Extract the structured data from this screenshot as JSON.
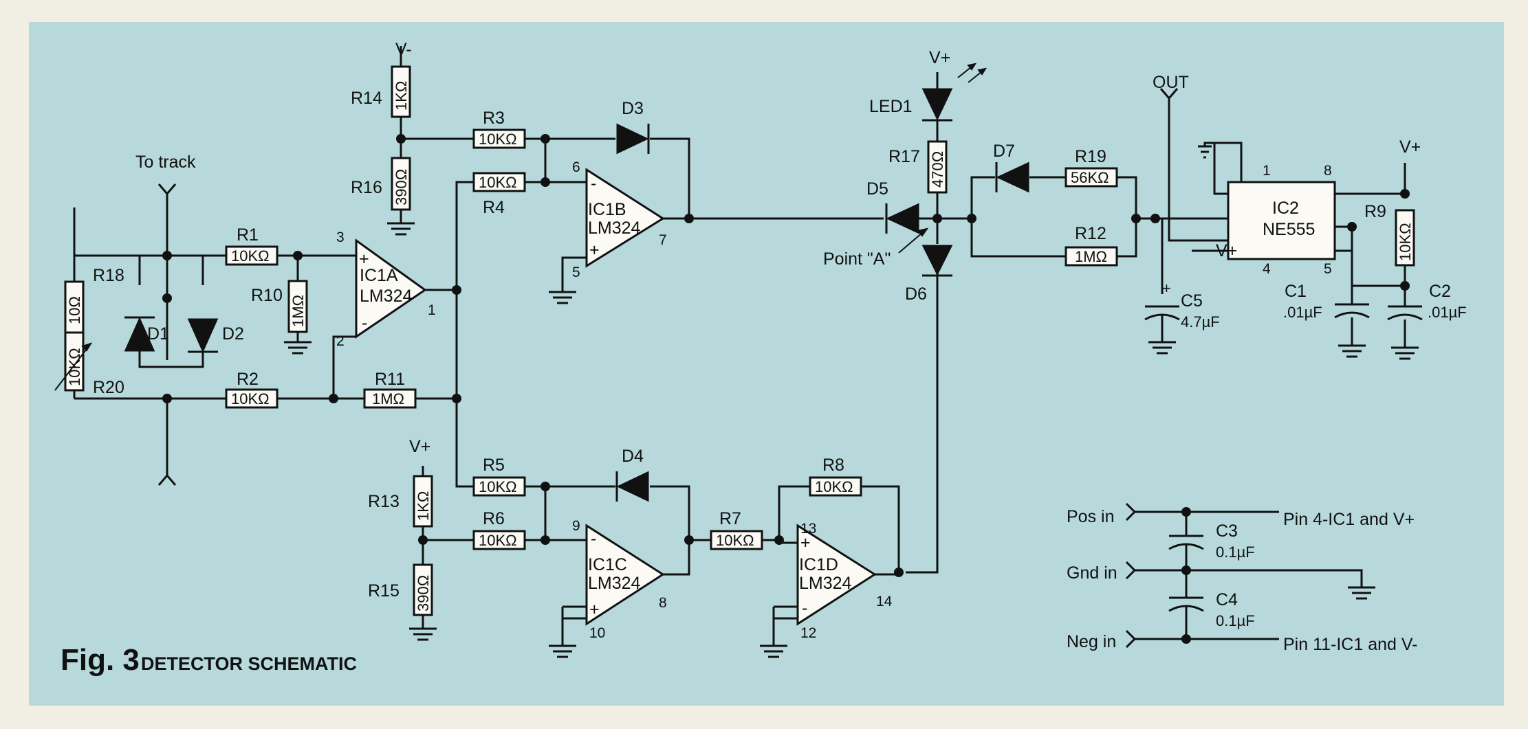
{
  "figure": {
    "number": "Fig. 3",
    "title": "DETECTOR SCHEMATIC"
  },
  "nets": {
    "to_track": "To track",
    "v_minus": "V-",
    "v_plus": "V+",
    "out": "OUT",
    "point_a": "Point \"A\""
  },
  "resistors": {
    "R1": {
      "ref": "R1",
      "value": "10KΩ"
    },
    "R2": {
      "ref": "R2",
      "value": "10KΩ"
    },
    "R3": {
      "ref": "R3",
      "value": "10KΩ"
    },
    "R4": {
      "ref": "R4",
      "value": "10KΩ"
    },
    "R5": {
      "ref": "R5",
      "value": "10KΩ"
    },
    "R6": {
      "ref": "R6",
      "value": "10KΩ"
    },
    "R7": {
      "ref": "R7",
      "value": "10KΩ"
    },
    "R8": {
      "ref": "R8",
      "value": "10KΩ"
    },
    "R9": {
      "ref": "R9",
      "value": "10KΩ"
    },
    "R10": {
      "ref": "R10",
      "value": "1MΩ"
    },
    "R11": {
      "ref": "R11",
      "value": "1MΩ"
    },
    "R12": {
      "ref": "R12",
      "value": "1MΩ"
    },
    "R13": {
      "ref": "R13",
      "value": "1KΩ"
    },
    "R14": {
      "ref": "R14",
      "value": "1KΩ"
    },
    "R15": {
      "ref": "R15",
      "value": "390Ω"
    },
    "R16": {
      "ref": "R16",
      "value": "390Ω"
    },
    "R17": {
      "ref": "R17",
      "value": "470Ω"
    },
    "R18": {
      "ref": "R18",
      "value": "10Ω"
    },
    "R19": {
      "ref": "R19",
      "value": "56KΩ"
    },
    "R20": {
      "ref": "R20",
      "value": "10KΩ"
    }
  },
  "diodes": [
    "D1",
    "D2",
    "D3",
    "D4",
    "D5",
    "D6",
    "D7"
  ],
  "led": "LED1",
  "opamps": {
    "IC1A": {
      "name": "IC1A",
      "part": "LM324",
      "pins": [
        "3",
        "2",
        "1"
      ]
    },
    "IC1B": {
      "name": "IC1B",
      "part": "LM324",
      "pins": [
        "6",
        "5",
        "7"
      ]
    },
    "IC1C": {
      "name": "IC1C",
      "part": "LM324",
      "pins": [
        "9",
        "10",
        "8"
      ]
    },
    "IC1D": {
      "name": "IC1D",
      "part": "LM324",
      "pins": [
        "13",
        "12",
        "14"
      ]
    }
  },
  "timer": {
    "name": "IC2",
    "part": "NE555",
    "pins": [
      "1",
      "8",
      "4",
      "5"
    ]
  },
  "capacitors": {
    "C1": {
      "ref": "C1",
      "value": ".01µF"
    },
    "C2": {
      "ref": "C2",
      "value": ".01µF"
    },
    "C3": {
      "ref": "C3",
      "value": "0.1µF"
    },
    "C4": {
      "ref": "C4",
      "value": "0.1µF"
    },
    "C5": {
      "ref": "C5",
      "value": "4.7µF"
    }
  },
  "power": {
    "pos_in": "Pos in",
    "gnd_in": "Gnd in",
    "neg_in": "Neg in",
    "pos_dest": "Pin 4-IC1 and V+",
    "neg_dest": "Pin 11-IC1 and V-"
  },
  "colors": {
    "panel": "#b7d9dc",
    "ink": "#111111",
    "paper": "#f1eee4",
    "component_fill": "#fbfaf5"
  }
}
